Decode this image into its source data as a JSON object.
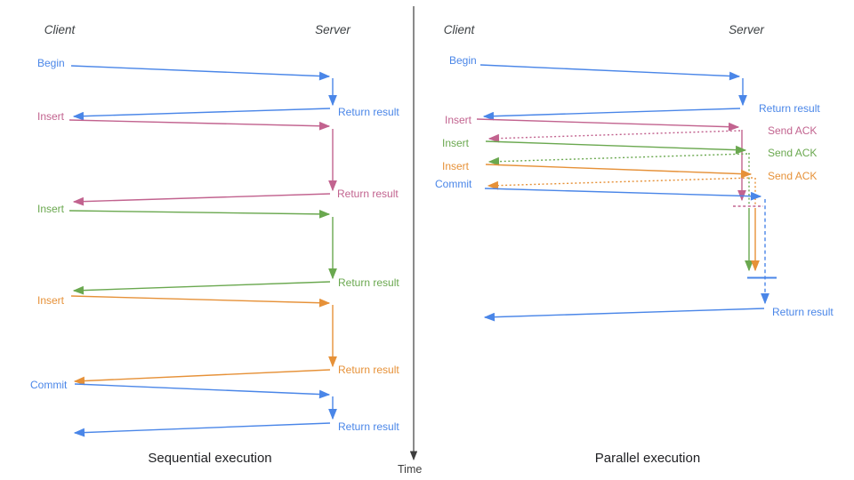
{
  "colors": {
    "blue": "#4a86e8",
    "pink": "#c2638f",
    "green": "#6aa84f",
    "orange": "#e69138",
    "axis": "#3d3d3d",
    "heading": "#3c4043",
    "caption": "#202124"
  },
  "axis": {
    "label": "Time"
  },
  "sequential": {
    "caption": "Sequential execution",
    "client": "Client",
    "server": "Server",
    "ops": [
      {
        "label": "Begin",
        "response": "Return result"
      },
      {
        "label": "Insert",
        "response": "Return result"
      },
      {
        "label": "Insert",
        "response": "Return result"
      },
      {
        "label": "Insert",
        "response": "Return result"
      },
      {
        "label": "Commit",
        "response": "Return result"
      }
    ]
  },
  "parallel": {
    "caption": "Parallel execution",
    "client": "Client",
    "server": "Server",
    "ops": [
      {
        "label": "Begin",
        "response": "Return result"
      },
      {
        "label": "Insert",
        "response": "Send ACK"
      },
      {
        "label": "Insert",
        "response": "Send ACK"
      },
      {
        "label": "Insert",
        "response": "Send ACK"
      },
      {
        "label": "Commit",
        "response": "Return result"
      }
    ]
  }
}
